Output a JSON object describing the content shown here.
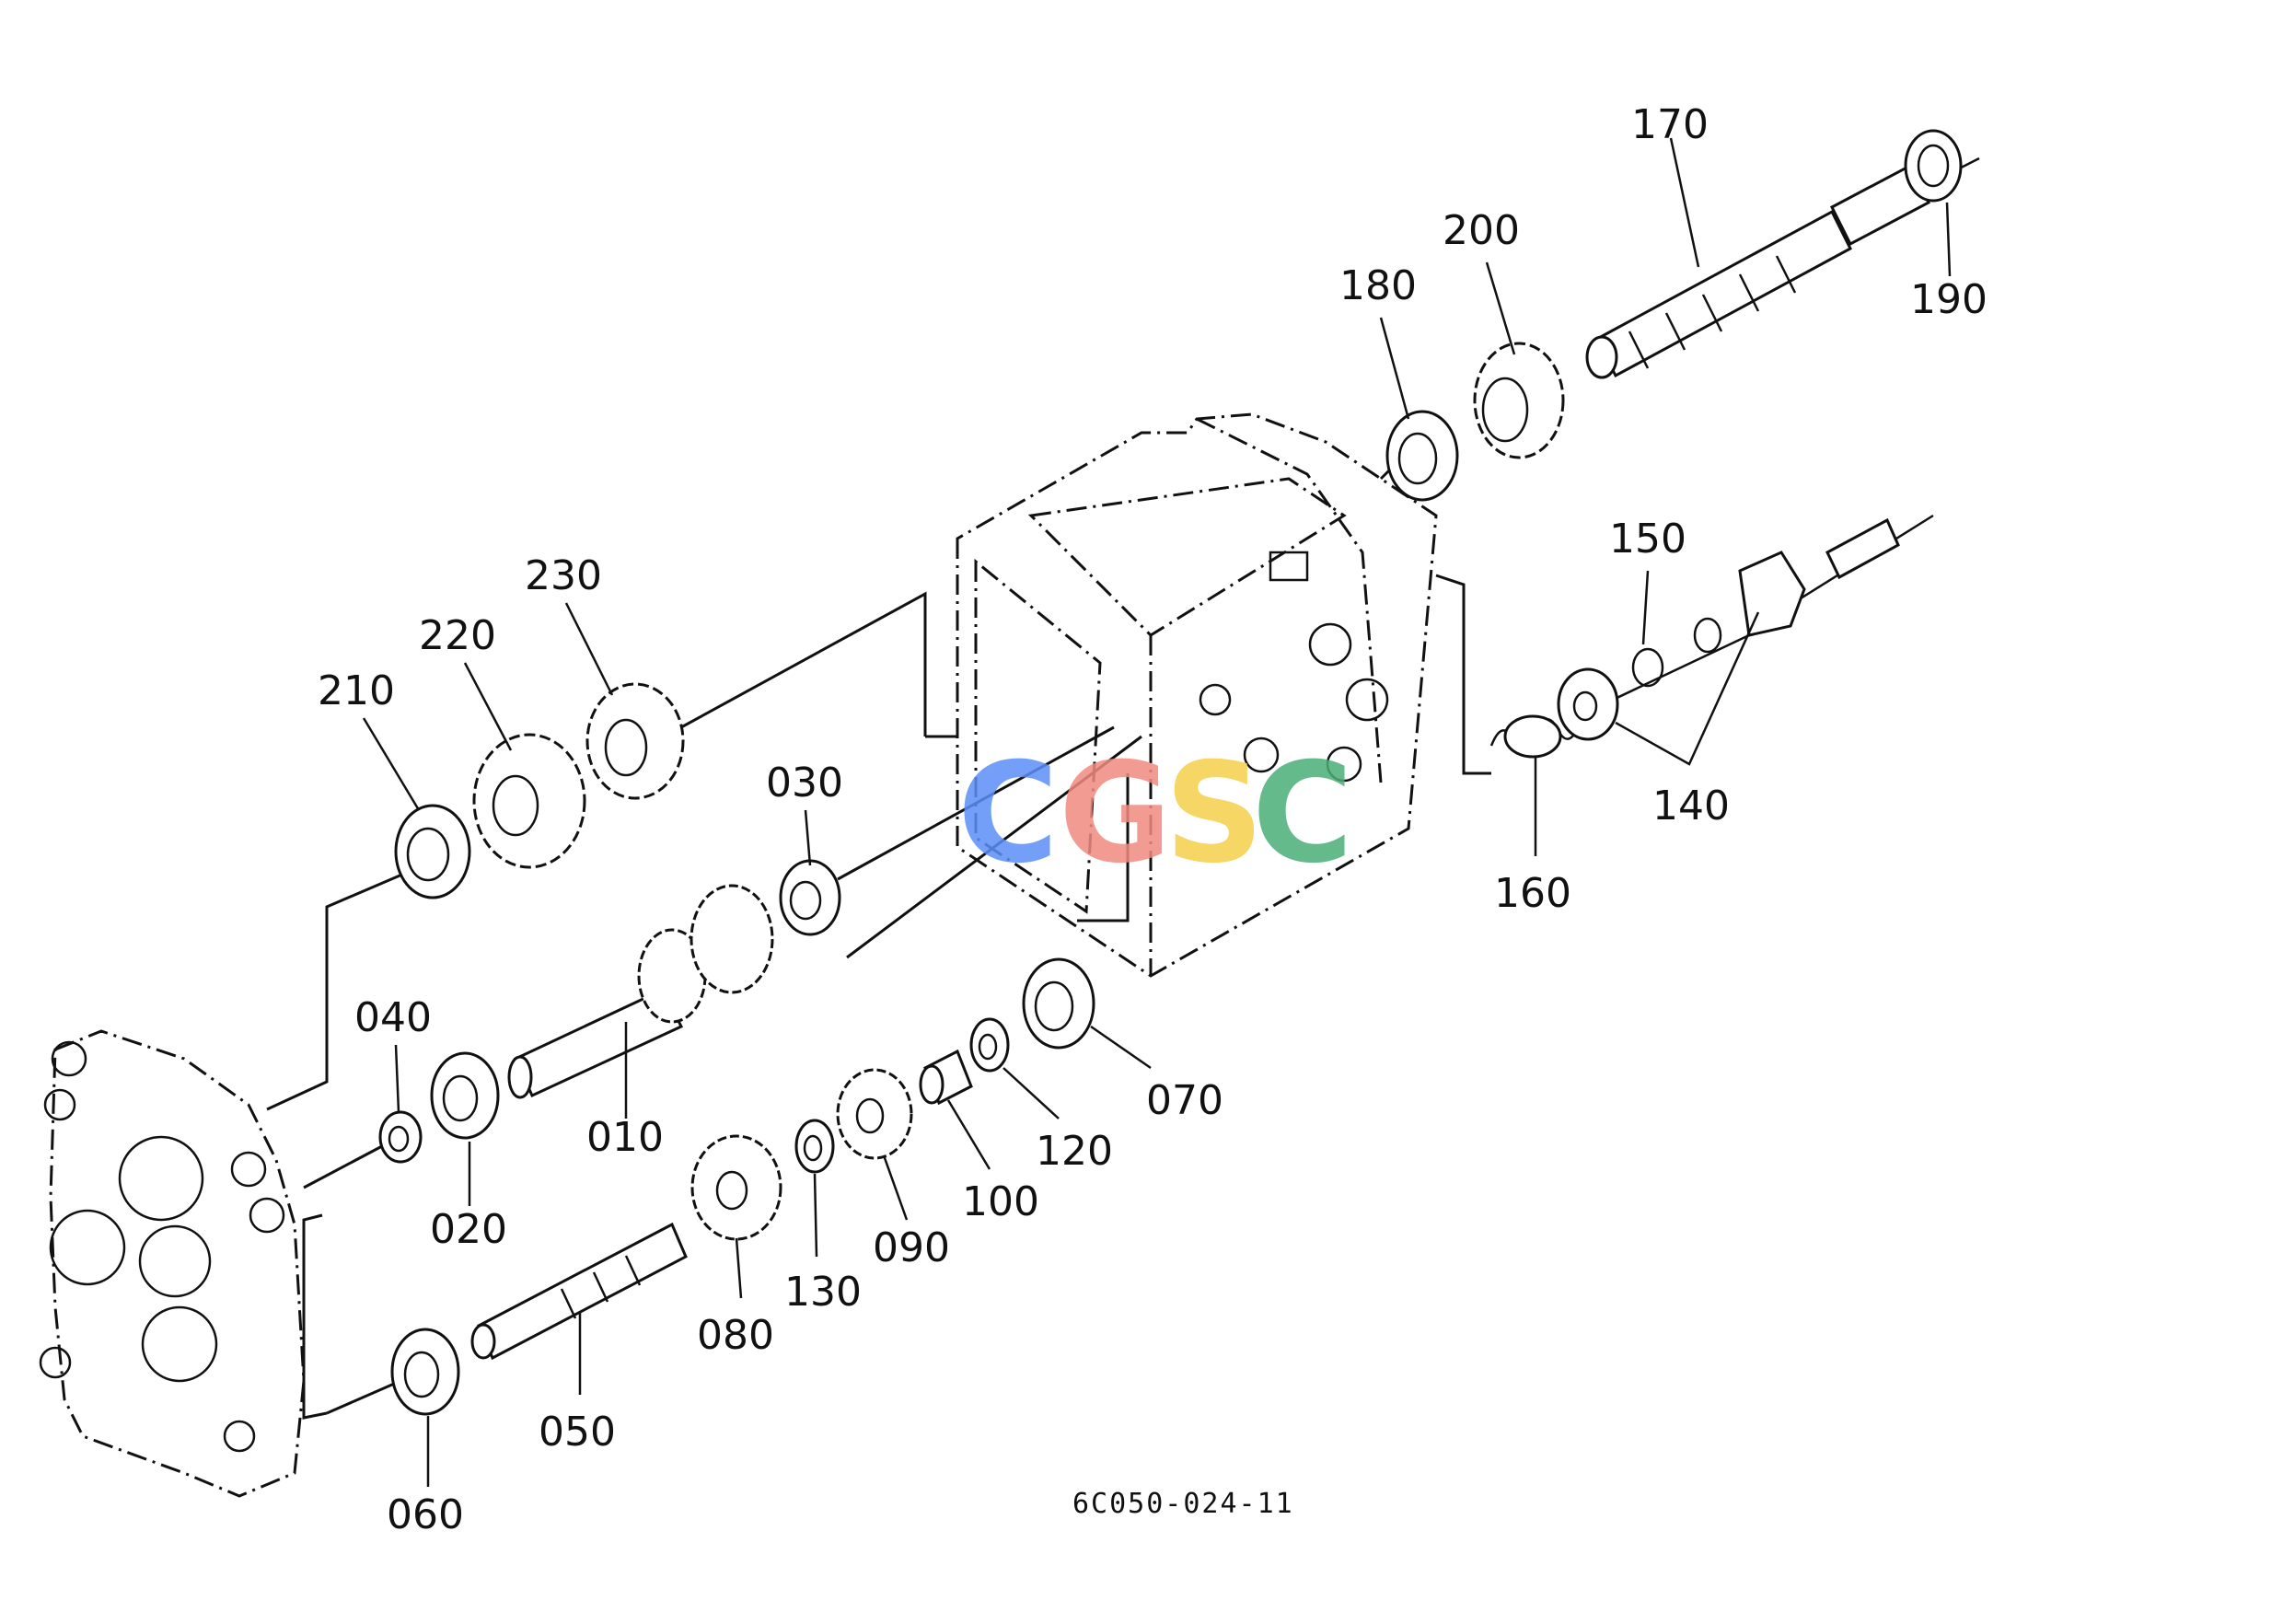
{
  "diagram_code": "6C050-024-11",
  "watermark": {
    "letters": [
      "C",
      "G",
      "S",
      "C"
    ],
    "colors": [
      "#5b8ff9",
      "#f08a80",
      "#f5cf4a",
      "#4bae78"
    ]
  },
  "parts": {
    "p010": "010",
    "p020": "020",
    "p030": "030",
    "p040": "040",
    "p050": "050",
    "p060": "060",
    "p070": "070",
    "p080": "080",
    "p090": "090",
    "p100": "100",
    "p120": "120",
    "p130": "130",
    "p140": "140",
    "p150": "150",
    "p160": "160",
    "p170": "170",
    "p180": "180",
    "p190": "190",
    "p200": "200",
    "p210": "210",
    "p220": "220",
    "p230": "230"
  }
}
